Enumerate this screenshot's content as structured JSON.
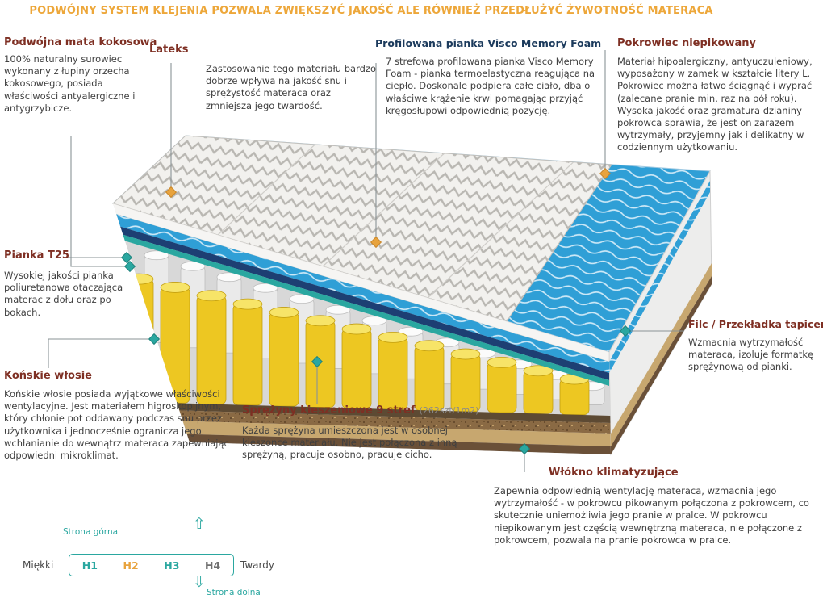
{
  "header": {
    "title": "PODWÓJNY SYSTEM KLEJENIA POZWALA ZWIĘKSZYĆ JAKOŚĆ ALE RÓWNIEŻ PRZEDŁUŻYĆ ŻYWOTNOŚĆ MATERACA"
  },
  "callouts": {
    "coco": {
      "title": "Podwójna mata kokosowa",
      "body": "100% naturalny surowiec wykonany z łupiny orzecha kokosowego, posiada właściwości antyalergiczne i antygrzybicze."
    },
    "lateks": {
      "title": "Lateks",
      "body": "Zastosowanie tego materiału bardzo dobrze wpływa na jakość snu i sprężystość materaca oraz zmniejsza jego twardość."
    },
    "visco": {
      "title": "Profilowana pianka Visco Memory Foam",
      "body": "7 strefowa profilowana pianka Visco Memory Foam - pianka termoelastyczna reagująca na ciepło. Doskonale podpiera całe ciało, dba o właściwe krążenie krwi pomagając przyjąć kręgosłupowi odpowiednią pozycję."
    },
    "pokrowiec": {
      "title": "Pokrowiec niepikowany",
      "body": "Materiał hipoalergiczny, antyuczuleniowy, wyposażony w zamek w kształcie litery L. Pokrowiec można łatwo ściągnąć i wyprać (zalecane pranie min. raz na pół roku). Wysoka jakość oraz gramatura dzianiny pokrowca sprawia, że jest on zarazem wytrzymały, przyjemny jak i delikatny w codziennym użytkowaniu."
    },
    "pianka_t25": {
      "title": "Pianka T25",
      "body": "Wysokiej jakości pianka poliuretanowa otaczająca materac z dołu oraz po bokach."
    },
    "konskie": {
      "title": "Końskie włosie",
      "body": "Końskie włosie posiada wyjątkowe właściwości wentylacyjne. Jest materiałem higroskopijnym, który chłonie pot oddawany podczas snu przez użytkownika i jednocześnie ogranicza jego wchłanianie do wewnątrz materaca zapewniając odpowiedni mikroklimat."
    },
    "filc": {
      "title": "Filc / Przekładka tapicerska",
      "body": "Wzmacnia wytrzymałość materaca, izoluje formatkę sprężynową od pianki."
    },
    "sprezyny": {
      "title": "Sprężyny kieszeniowe 9 stref",
      "suffix": "(262szt/1m2)",
      "body": "Każda sprężyna umieszczona jest w osobnej kieszonce materiału. Nie jest połączona z inną sprężyną, pracuje osobno, pracuje cicho."
    },
    "wlokno": {
      "title": "Włókno klimatyzujące",
      "body": "Zapewnia odpowiednią wentylację materaca, wzmacnia jego wytrzymałość - w pokrowcu pikowanym połączona z pokrowcem, co skutecznie uniemożliwia jego pranie w pralce. W pokrowcu niepikowanym jest częścią wewnętrzną materaca, nie połączone z pokrowcem, pozwala na pranie pokrowca w pralce."
    }
  },
  "scale": {
    "top_label": "Strona górna",
    "bottom_label": "Strona dolna",
    "soft_label": "Miękki",
    "hard_label": "Twardy",
    "levels": [
      {
        "label": "H1",
        "color": "#2aa7a0"
      },
      {
        "label": "H2",
        "color": "#e8a33d"
      },
      {
        "label": "H3",
        "color": "#2aa7a0"
      },
      {
        "label": "H4",
        "color": "#6f6f6f"
      }
    ]
  },
  "icons": {
    "up_arrow": "⇧",
    "down_arrow": "⇩"
  },
  "colors": {
    "header_orange": "#eda73a",
    "heading_red": "#7e2f23",
    "heading_navy": "#1b3a5c",
    "accent_teal": "#2aa7a0",
    "accent_orange": "#e8a33d",
    "spring_yellow": "#edc722",
    "layer_blue": "#2f9fd6",
    "layer_navy": "#1d3f73"
  }
}
